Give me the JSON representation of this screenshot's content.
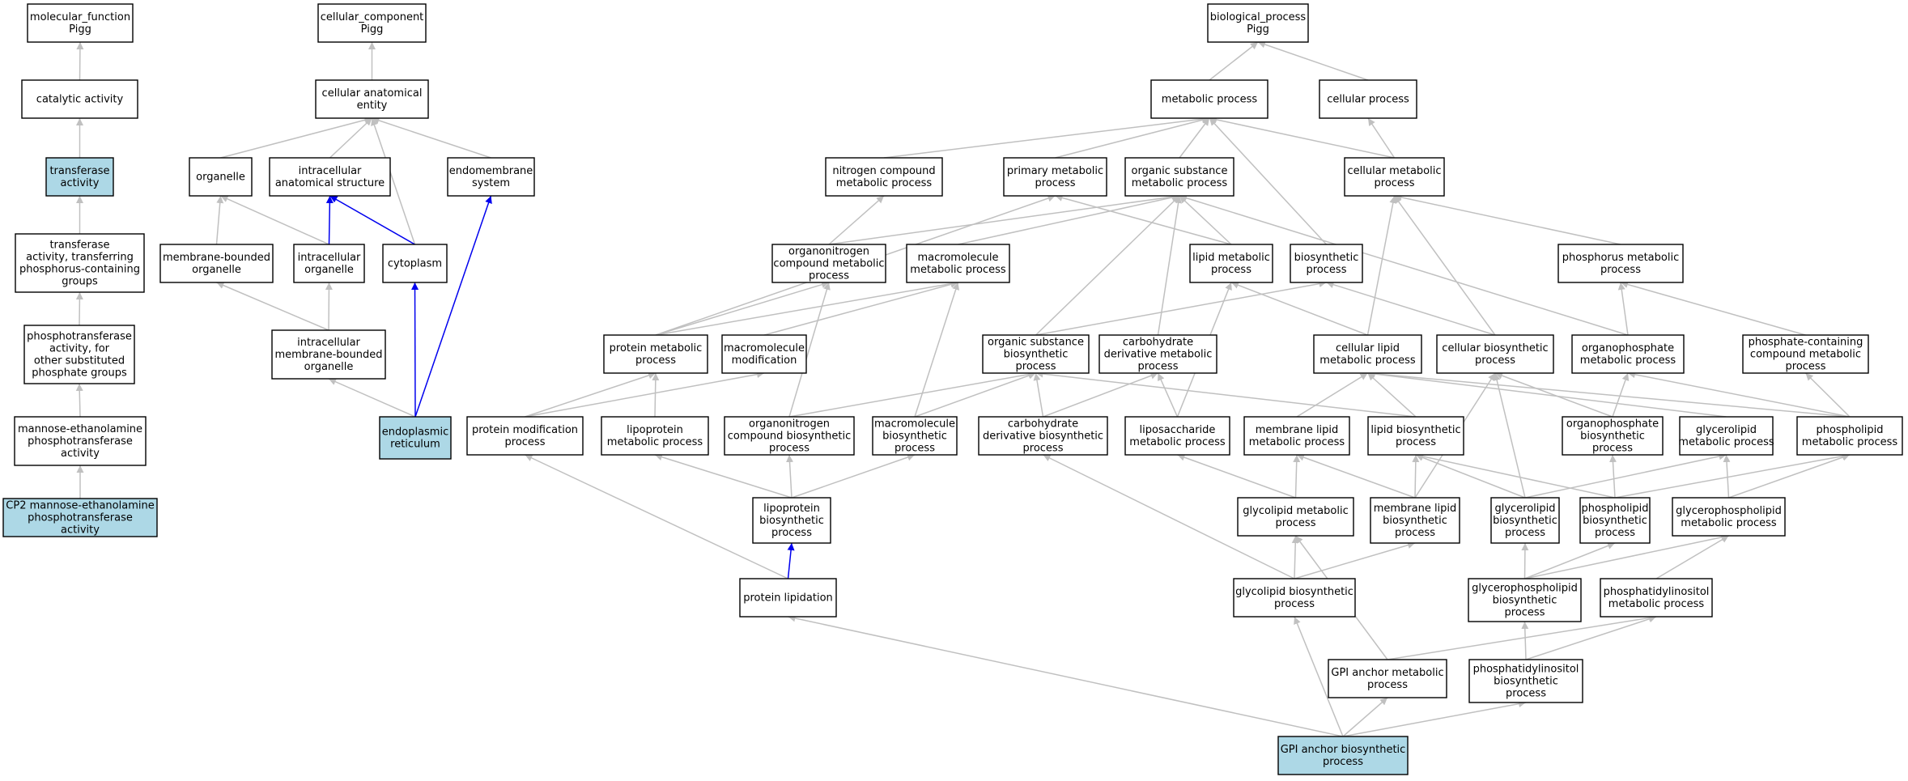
{
  "colors": {
    "node_fill": "#ffffff",
    "highlight_fill": "#add8e6",
    "edge_grey": "#c0c0c0",
    "edge_blue": "#0000ee"
  },
  "nodes": [
    {
      "id": "molecular_function",
      "lines": [
        "molecular_function",
        "Pigg"
      ],
      "highlight": false
    },
    {
      "id": "catalytic_activity",
      "lines": [
        "catalytic activity"
      ],
      "highlight": false
    },
    {
      "id": "transferase_activity",
      "lines": [
        "transferase",
        "activity"
      ],
      "highlight": true
    },
    {
      "id": "transferase_phospho",
      "lines": [
        "transferase",
        "activity, transferring",
        "phosphorus-containing",
        "groups"
      ],
      "highlight": false
    },
    {
      "id": "phosphotransferase_other",
      "lines": [
        "phosphotransferase",
        "activity, for",
        "other substituted",
        "phosphate groups"
      ],
      "highlight": false
    },
    {
      "id": "mannose_eth",
      "lines": [
        "mannose-ethanolamine",
        "phosphotransferase",
        "activity"
      ],
      "highlight": false
    },
    {
      "id": "cp2_mannose",
      "lines": [
        "CP2 mannose-ethanolamine",
        "phosphotransferase",
        "activity"
      ],
      "highlight": true
    },
    {
      "id": "cellular_component",
      "lines": [
        "cellular_component",
        "Pigg"
      ],
      "highlight": false
    },
    {
      "id": "cellular_anatomical_entity",
      "lines": [
        "cellular anatomical",
        "entity"
      ],
      "highlight": false
    },
    {
      "id": "organelle",
      "lines": [
        "organelle"
      ],
      "highlight": false
    },
    {
      "id": "intracellular_anatomical",
      "lines": [
        "intracellular",
        "anatomical structure"
      ],
      "highlight": false
    },
    {
      "id": "endomembrane_system",
      "lines": [
        "endomembrane",
        "system"
      ],
      "highlight": false
    },
    {
      "id": "membrane_bounded_organelle",
      "lines": [
        "membrane-bounded",
        "organelle"
      ],
      "highlight": false
    },
    {
      "id": "intracellular_organelle",
      "lines": [
        "intracellular",
        "organelle"
      ],
      "highlight": false
    },
    {
      "id": "cytoplasm",
      "lines": [
        "cytoplasm"
      ],
      "highlight": false
    },
    {
      "id": "intracellular_mb_organelle",
      "lines": [
        "intracellular",
        "membrane-bounded",
        "organelle"
      ],
      "highlight": false
    },
    {
      "id": "endoplasmic_reticulum",
      "lines": [
        "endoplasmic",
        "reticulum"
      ],
      "highlight": true
    },
    {
      "id": "biological_process",
      "lines": [
        "biological_process",
        "Pigg"
      ],
      "highlight": false
    },
    {
      "id": "metabolic_process",
      "lines": [
        "metabolic process"
      ],
      "highlight": false
    },
    {
      "id": "cellular_process",
      "lines": [
        "cellular process"
      ],
      "highlight": false
    },
    {
      "id": "nitrogen_compound_mp",
      "lines": [
        "nitrogen compound",
        "metabolic process"
      ],
      "highlight": false
    },
    {
      "id": "primary_mp",
      "lines": [
        "primary metabolic",
        "process"
      ],
      "highlight": false
    },
    {
      "id": "organic_substance_mp",
      "lines": [
        "organic substance",
        "metabolic process"
      ],
      "highlight": false
    },
    {
      "id": "cellular_mp",
      "lines": [
        "cellular metabolic",
        "process"
      ],
      "highlight": false
    },
    {
      "id": "organonitrogen_mp",
      "lines": [
        "organonitrogen",
        "compound metabolic",
        "process"
      ],
      "highlight": false
    },
    {
      "id": "macromolecule_mp",
      "lines": [
        "macromolecule",
        "metabolic process"
      ],
      "highlight": false
    },
    {
      "id": "lipid_mp",
      "lines": [
        "lipid metabolic",
        "process"
      ],
      "highlight": false
    },
    {
      "id": "biosynthetic_process",
      "lines": [
        "biosynthetic",
        "process"
      ],
      "highlight": false
    },
    {
      "id": "phosphorus_mp",
      "lines": [
        "phosphorus metabolic",
        "process"
      ],
      "highlight": false
    },
    {
      "id": "protein_mp",
      "lines": [
        "protein metabolic",
        "process"
      ],
      "highlight": false
    },
    {
      "id": "macromolecule_modification",
      "lines": [
        "macromolecule",
        "modification"
      ],
      "highlight": false
    },
    {
      "id": "organic_substance_bp",
      "lines": [
        "organic substance",
        "biosynthetic",
        "process"
      ],
      "highlight": false
    },
    {
      "id": "carbohydrate_derivative_mp",
      "lines": [
        "carbohydrate",
        "derivative metabolic",
        "process"
      ],
      "highlight": false
    },
    {
      "id": "cellular_lipid_mp",
      "lines": [
        "cellular lipid",
        "metabolic process"
      ],
      "highlight": false
    },
    {
      "id": "cellular_bp",
      "lines": [
        "cellular biosynthetic",
        "process"
      ],
      "highlight": false
    },
    {
      "id": "organophosphate_mp",
      "lines": [
        "organophosphate",
        "metabolic process"
      ],
      "highlight": false
    },
    {
      "id": "phosphate_containing_mp",
      "lines": [
        "phosphate-containing",
        "compound metabolic",
        "process"
      ],
      "highlight": false
    },
    {
      "id": "protein_modification",
      "lines": [
        "protein modification",
        "process"
      ],
      "highlight": false
    },
    {
      "id": "lipoprotein_mp",
      "lines": [
        "lipoprotein",
        "metabolic process"
      ],
      "highlight": false
    },
    {
      "id": "organonitrogen_bp",
      "lines": [
        "organonitrogen",
        "compound biosynthetic",
        "process"
      ],
      "highlight": false
    },
    {
      "id": "macromolecule_bp",
      "lines": [
        "macromolecule",
        "biosynthetic",
        "process"
      ],
      "highlight": false
    },
    {
      "id": "carbohydrate_derivative_bp",
      "lines": [
        "carbohydrate",
        "derivative biosynthetic",
        "process"
      ],
      "highlight": false
    },
    {
      "id": "liposaccharide_mp",
      "lines": [
        "liposaccharide",
        "metabolic process"
      ],
      "highlight": false
    },
    {
      "id": "membrane_lipid_mp",
      "lines": [
        "membrane lipid",
        "metabolic process"
      ],
      "highlight": false
    },
    {
      "id": "lipid_bp",
      "lines": [
        "lipid biosynthetic",
        "process"
      ],
      "highlight": false
    },
    {
      "id": "organophosphate_bp",
      "lines": [
        "organophosphate",
        "biosynthetic",
        "process"
      ],
      "highlight": false
    },
    {
      "id": "glycerolipid_mp",
      "lines": [
        "glycerolipid",
        "metabolic process"
      ],
      "highlight": false
    },
    {
      "id": "phospholipid_mp",
      "lines": [
        "phospholipid",
        "metabolic process"
      ],
      "highlight": false
    },
    {
      "id": "lipoprotein_bp",
      "lines": [
        "lipoprotein",
        "biosynthetic",
        "process"
      ],
      "highlight": false
    },
    {
      "id": "glycolipid_mp",
      "lines": [
        "glycolipid metabolic",
        "process"
      ],
      "highlight": false
    },
    {
      "id": "membrane_lipid_bp",
      "lines": [
        "membrane lipid",
        "biosynthetic",
        "process"
      ],
      "highlight": false
    },
    {
      "id": "glycerolipid_bp",
      "lines": [
        "glycerolipid",
        "biosynthetic",
        "process"
      ],
      "highlight": false
    },
    {
      "id": "phospholipid_bp",
      "lines": [
        "phospholipid",
        "biosynthetic",
        "process"
      ],
      "highlight": false
    },
    {
      "id": "glycerophospholipid_mp",
      "lines": [
        "glycerophospholipid",
        "metabolic process"
      ],
      "highlight": false
    },
    {
      "id": "protein_lipidation",
      "lines": [
        "protein lipidation"
      ],
      "highlight": false
    },
    {
      "id": "glycolipid_bp",
      "lines": [
        "glycolipid biosynthetic",
        "process"
      ],
      "highlight": false
    },
    {
      "id": "glycerophospholipid_bp",
      "lines": [
        "glycerophospholipid",
        "biosynthetic",
        "process"
      ],
      "highlight": false
    },
    {
      "id": "phosphatidylinositol_mp",
      "lines": [
        "phosphatidylinositol",
        "metabolic process"
      ],
      "highlight": false
    },
    {
      "id": "gpi_anchor_mp",
      "lines": [
        "GPI anchor metabolic",
        "process"
      ],
      "highlight": false
    },
    {
      "id": "phosphatidylinositol_bp",
      "lines": [
        "phosphatidylinositol",
        "biosynthetic",
        "process"
      ],
      "highlight": false
    },
    {
      "id": "gpi_anchor_bp",
      "lines": [
        "GPI anchor biosynthetic",
        "process"
      ],
      "highlight": true
    }
  ],
  "edges": [
    {
      "from": "catalytic_activity",
      "to": "molecular_function",
      "kind": "is_a"
    },
    {
      "from": "transferase_activity",
      "to": "catalytic_activity",
      "kind": "is_a"
    },
    {
      "from": "transferase_phospho",
      "to": "transferase_activity",
      "kind": "is_a"
    },
    {
      "from": "phosphotransferase_other",
      "to": "transferase_phospho",
      "kind": "is_a"
    },
    {
      "from": "mannose_eth",
      "to": "phosphotransferase_other",
      "kind": "is_a"
    },
    {
      "from": "cp2_mannose",
      "to": "mannose_eth",
      "kind": "is_a"
    },
    {
      "from": "cellular_anatomical_entity",
      "to": "cellular_component",
      "kind": "is_a"
    },
    {
      "from": "organelle",
      "to": "cellular_anatomical_entity",
      "kind": "is_a"
    },
    {
      "from": "intracellular_anatomical",
      "to": "cellular_anatomical_entity",
      "kind": "is_a"
    },
    {
      "from": "endomembrane_system",
      "to": "cellular_anatomical_entity",
      "kind": "is_a"
    },
    {
      "from": "cytoplasm",
      "to": "cellular_anatomical_entity",
      "kind": "is_a"
    },
    {
      "from": "membrane_bounded_organelle",
      "to": "organelle",
      "kind": "is_a"
    },
    {
      "from": "intracellular_organelle",
      "to": "organelle",
      "kind": "is_a"
    },
    {
      "from": "intracellular_organelle",
      "to": "intracellular_anatomical",
      "kind": "part_of"
    },
    {
      "from": "cytoplasm",
      "to": "intracellular_anatomical",
      "kind": "part_of"
    },
    {
      "from": "intracellular_mb_organelle",
      "to": "membrane_bounded_organelle",
      "kind": "is_a"
    },
    {
      "from": "intracellular_mb_organelle",
      "to": "intracellular_organelle",
      "kind": "is_a"
    },
    {
      "from": "endoplasmic_reticulum",
      "to": "intracellular_mb_organelle",
      "kind": "is_a"
    },
    {
      "from": "endoplasmic_reticulum",
      "to": "cytoplasm",
      "kind": "part_of"
    },
    {
      "from": "endoplasmic_reticulum",
      "to": "endomembrane_system",
      "kind": "part_of"
    },
    {
      "from": "metabolic_process",
      "to": "biological_process",
      "kind": "is_a"
    },
    {
      "from": "cellular_process",
      "to": "biological_process",
      "kind": "is_a"
    },
    {
      "from": "nitrogen_compound_mp",
      "to": "metabolic_process",
      "kind": "is_a"
    },
    {
      "from": "primary_mp",
      "to": "metabolic_process",
      "kind": "is_a"
    },
    {
      "from": "organic_substance_mp",
      "to": "metabolic_process",
      "kind": "is_a"
    },
    {
      "from": "cellular_mp",
      "to": "metabolic_process",
      "kind": "is_a"
    },
    {
      "from": "cellular_mp",
      "to": "cellular_process",
      "kind": "is_a"
    },
    {
      "from": "biosynthetic_process",
      "to": "metabolic_process",
      "kind": "is_a"
    },
    {
      "from": "organonitrogen_mp",
      "to": "nitrogen_compound_mp",
      "kind": "is_a"
    },
    {
      "from": "organonitrogen_mp",
      "to": "organic_substance_mp",
      "kind": "is_a"
    },
    {
      "from": "macromolecule_mp",
      "to": "organic_substance_mp",
      "kind": "is_a"
    },
    {
      "from": "lipid_mp",
      "to": "organic_substance_mp",
      "kind": "is_a"
    },
    {
      "from": "lipid_mp",
      "to": "primary_mp",
      "kind": "is_a"
    },
    {
      "from": "phosphorus_mp",
      "to": "cellular_mp",
      "kind": "is_a"
    },
    {
      "from": "protein_mp",
      "to": "primary_mp",
      "kind": "is_a"
    },
    {
      "from": "protein_mp",
      "to": "organonitrogen_mp",
      "kind": "is_a"
    },
    {
      "from": "protein_mp",
      "to": "macromolecule_mp",
      "kind": "is_a"
    },
    {
      "from": "macromolecule_modification",
      "to": "macromolecule_mp",
      "kind": "is_a"
    },
    {
      "from": "organic_substance_bp",
      "to": "organic_substance_mp",
      "kind": "is_a"
    },
    {
      "from": "organic_substance_bp",
      "to": "biosynthetic_process",
      "kind": "is_a"
    },
    {
      "from": "carbohydrate_derivative_mp",
      "to": "organic_substance_mp",
      "kind": "is_a"
    },
    {
      "from": "cellular_lipid_mp",
      "to": "lipid_mp",
      "kind": "is_a"
    },
    {
      "from": "cellular_lipid_mp",
      "to": "cellular_mp",
      "kind": "is_a"
    },
    {
      "from": "cellular_bp",
      "to": "cellular_mp",
      "kind": "is_a"
    },
    {
      "from": "cellular_bp",
      "to": "biosynthetic_process",
      "kind": "is_a"
    },
    {
      "from": "organophosphate_mp",
      "to": "phosphorus_mp",
      "kind": "is_a"
    },
    {
      "from": "organophosphate_mp",
      "to": "organic_substance_mp",
      "kind": "is_a"
    },
    {
      "from": "phosphate_containing_mp",
      "to": "phosphorus_mp",
      "kind": "is_a"
    },
    {
      "from": "protein_modification",
      "to": "protein_mp",
      "kind": "is_a"
    },
    {
      "from": "protein_modification",
      "to": "macromolecule_modification",
      "kind": "is_a"
    },
    {
      "from": "lipoprotein_mp",
      "to": "protein_mp",
      "kind": "is_a"
    },
    {
      "from": "organonitrogen_bp",
      "to": "organonitrogen_mp",
      "kind": "is_a"
    },
    {
      "from": "organonitrogen_bp",
      "to": "organic_substance_bp",
      "kind": "is_a"
    },
    {
      "from": "macromolecule_bp",
      "to": "macromolecule_mp",
      "kind": "is_a"
    },
    {
      "from": "macromolecule_bp",
      "to": "organic_substance_bp",
      "kind": "is_a"
    },
    {
      "from": "carbohydrate_derivative_bp",
      "to": "organic_substance_bp",
      "kind": "is_a"
    },
    {
      "from": "carbohydrate_derivative_bp",
      "to": "carbohydrate_derivative_mp",
      "kind": "is_a"
    },
    {
      "from": "liposaccharide_mp",
      "to": "carbohydrate_derivative_mp",
      "kind": "is_a"
    },
    {
      "from": "liposaccharide_mp",
      "to": "lipid_mp",
      "kind": "is_a"
    },
    {
      "from": "membrane_lipid_mp",
      "to": "cellular_lipid_mp",
      "kind": "is_a"
    },
    {
      "from": "lipid_bp",
      "to": "cellular_lipid_mp",
      "kind": "is_a"
    },
    {
      "from": "lipid_bp",
      "to": "organic_substance_bp",
      "kind": "is_a"
    },
    {
      "from": "organophosphate_bp",
      "to": "organophosphate_mp",
      "kind": "is_a"
    },
    {
      "from": "organophosphate_bp",
      "to": "cellular_bp",
      "kind": "is_a"
    },
    {
      "from": "glycerolipid_mp",
      "to": "cellular_lipid_mp",
      "kind": "is_a"
    },
    {
      "from": "phospholipid_mp",
      "to": "cellular_lipid_mp",
      "kind": "is_a"
    },
    {
      "from": "phospholipid_mp",
      "to": "organophosphate_mp",
      "kind": "is_a"
    },
    {
      "from": "phospholipid_mp",
      "to": "phosphate_containing_mp",
      "kind": "is_a"
    },
    {
      "from": "lipoprotein_bp",
      "to": "lipoprotein_mp",
      "kind": "is_a"
    },
    {
      "from": "lipoprotein_bp",
      "to": "organonitrogen_bp",
      "kind": "is_a"
    },
    {
      "from": "lipoprotein_bp",
      "to": "macromolecule_bp",
      "kind": "is_a"
    },
    {
      "from": "glycolipid_mp",
      "to": "membrane_lipid_mp",
      "kind": "is_a"
    },
    {
      "from": "glycolipid_mp",
      "to": "liposaccharide_mp",
      "kind": "is_a"
    },
    {
      "from": "membrane_lipid_bp",
      "to": "membrane_lipid_mp",
      "kind": "is_a"
    },
    {
      "from": "membrane_lipid_bp",
      "to": "lipid_bp",
      "kind": "is_a"
    },
    {
      "from": "membrane_lipid_bp",
      "to": "cellular_bp",
      "kind": "is_a"
    },
    {
      "from": "glycerolipid_bp",
      "to": "lipid_bp",
      "kind": "is_a"
    },
    {
      "from": "glycerolipid_bp",
      "to": "glycerolipid_mp",
      "kind": "is_a"
    },
    {
      "from": "glycerolipid_bp",
      "to": "cellular_bp",
      "kind": "is_a"
    },
    {
      "from": "phospholipid_bp",
      "to": "lipid_bp",
      "kind": "is_a"
    },
    {
      "from": "phospholipid_bp",
      "to": "organophosphate_bp",
      "kind": "is_a"
    },
    {
      "from": "phospholipid_bp",
      "to": "phospholipid_mp",
      "kind": "is_a"
    },
    {
      "from": "glycerophospholipid_mp",
      "to": "glycerolipid_mp",
      "kind": "is_a"
    },
    {
      "from": "glycerophospholipid_mp",
      "to": "phospholipid_mp",
      "kind": "is_a"
    },
    {
      "from": "protein_lipidation",
      "to": "protein_modification",
      "kind": "is_a"
    },
    {
      "from": "protein_lipidation",
      "to": "lipoprotein_bp",
      "kind": "part_of"
    },
    {
      "from": "glycolipid_bp",
      "to": "glycolipid_mp",
      "kind": "is_a"
    },
    {
      "from": "glycolipid_bp",
      "to": "membrane_lipid_bp",
      "kind": "is_a"
    },
    {
      "from": "glycolipid_bp",
      "to": "carbohydrate_derivative_bp",
      "kind": "is_a"
    },
    {
      "from": "glycerophospholipid_bp",
      "to": "glycerolipid_bp",
      "kind": "is_a"
    },
    {
      "from": "glycerophospholipid_bp",
      "to": "phospholipid_bp",
      "kind": "is_a"
    },
    {
      "from": "glycerophospholipid_bp",
      "to": "glycerophospholipid_mp",
      "kind": "is_a"
    },
    {
      "from": "phosphatidylinositol_mp",
      "to": "glycerophospholipid_mp",
      "kind": "is_a"
    },
    {
      "from": "gpi_anchor_mp",
      "to": "glycolipid_mp",
      "kind": "is_a"
    },
    {
      "from": "gpi_anchor_mp",
      "to": "phosphatidylinositol_mp",
      "kind": "is_a"
    },
    {
      "from": "phosphatidylinositol_bp",
      "to": "glycerophospholipid_bp",
      "kind": "is_a"
    },
    {
      "from": "phosphatidylinositol_bp",
      "to": "phosphatidylinositol_mp",
      "kind": "is_a"
    },
    {
      "from": "gpi_anchor_bp",
      "to": "gpi_anchor_mp",
      "kind": "is_a"
    },
    {
      "from": "gpi_anchor_bp",
      "to": "glycolipid_bp",
      "kind": "is_a"
    },
    {
      "from": "gpi_anchor_bp",
      "to": "phosphatidylinositol_bp",
      "kind": "is_a"
    },
    {
      "from": "gpi_anchor_bp",
      "to": "protein_lipidation",
      "kind": "is_a"
    }
  ]
}
